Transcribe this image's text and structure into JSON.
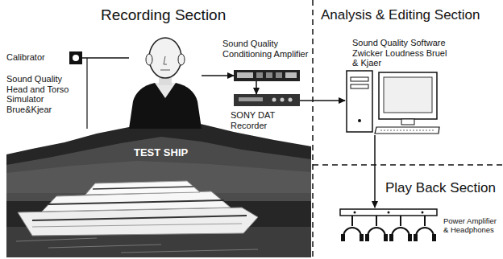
{
  "diagram": {
    "nodes": [
      {
        "text": [
          "Calibrator"
        ]
      },
      {
        "text": [
          "Sound Quality Head and Torso Simulator Brue&Kjear"
        ]
      },
      {
        "text": [
          "Sound Quality Conditioning Amplifier"
        ]
      },
      {
        "text": [
          "SONY DAT Recorder"
        ]
      },
      {
        "text": [
          "Sound Quality Software Zwicker Loudness Bruel & Kjaer"
        ]
      },
      {
        "text": [
          "Power Amplifier & Headphones"
        ]
      }
    ],
    "edges": [
      {
        "from": 0,
        "to": 1,
        "arrow": "none"
      },
      {
        "from": 1,
        "to": 2,
        "arrow": "to"
      },
      {
        "from": 2,
        "to": 3,
        "arrow": "to"
      },
      {
        "from": 3,
        "to": 4,
        "arrow": "to"
      },
      {
        "from": 4,
        "to": 5,
        "arrow": "to"
      }
    ],
    "labels": [
      "Recording Section",
      "Analysis & Editing Section",
      "Play Back Section",
      "TEST SHIP"
    ]
  }
}
